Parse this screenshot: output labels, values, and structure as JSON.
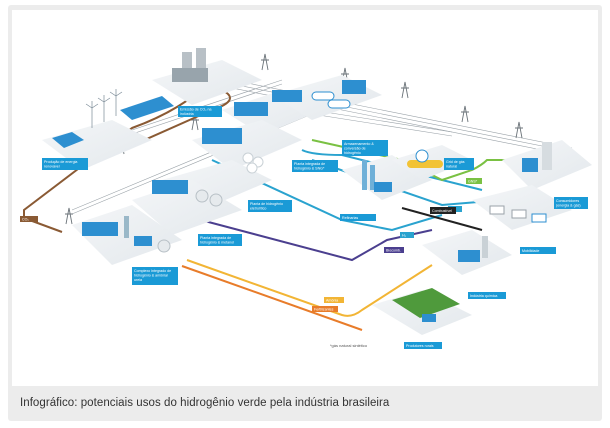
{
  "caption": "Infográfico: potenciais usos do hidrogênio verde pela indústria brasileira",
  "infographic": {
    "labels": {
      "renewable": [
        "Produção de energia",
        "renovável"
      ],
      "co2": [
        "Emissão de CO₂ na",
        "indústria"
      ],
      "storage": [
        "Armazenamento &",
        "conversão de",
        "hidrogênio"
      ],
      "sng_plant": [
        "Planta integrada de",
        "hidrogênio & SNG*"
      ],
      "gas_grid": [
        "Grid de gás",
        "natural"
      ],
      "consumers": [
        "Consumidores",
        "(energia & gás)"
      ],
      "electrolysis": [
        "Planta de hidrogênio",
        "eletrolítico"
      ],
      "refineries": [
        "Refinarias"
      ],
      "methanol": [
        "Planta integrada de",
        "hidrogênio & metanol"
      ],
      "ammonia": [
        "Complexo integrado de",
        "hidrogênio & amônia/",
        "ureia"
      ],
      "mobility": [
        "Mobilidade"
      ],
      "chemical": [
        "Indústria química"
      ],
      "rural": [
        "Produtores rurais"
      ]
    },
    "pipe_tags": {
      "co2": "CO₂",
      "h2_a": "H₂",
      "h2_b": "H₂",
      "gnv": "GNS*",
      "fuel": "Combustível",
      "biofuel": "Biocomb.",
      "ammonia": "Amônia",
      "fertilizer": "Fertilizantes"
    },
    "footnote": "*gás natural sintético",
    "colors": {
      "label_bg": "#1a9ad6",
      "co2_pipe": "#8a5a34",
      "h2_pipe": "#2aa3cf",
      "gas_pipe": "#7ac143",
      "purple_pipe": "#4b3f8f",
      "dark_pipe": "#222222",
      "ammonia_pipe": "#f2b535",
      "fertilizer_pipe": "#e87c2a"
    }
  }
}
